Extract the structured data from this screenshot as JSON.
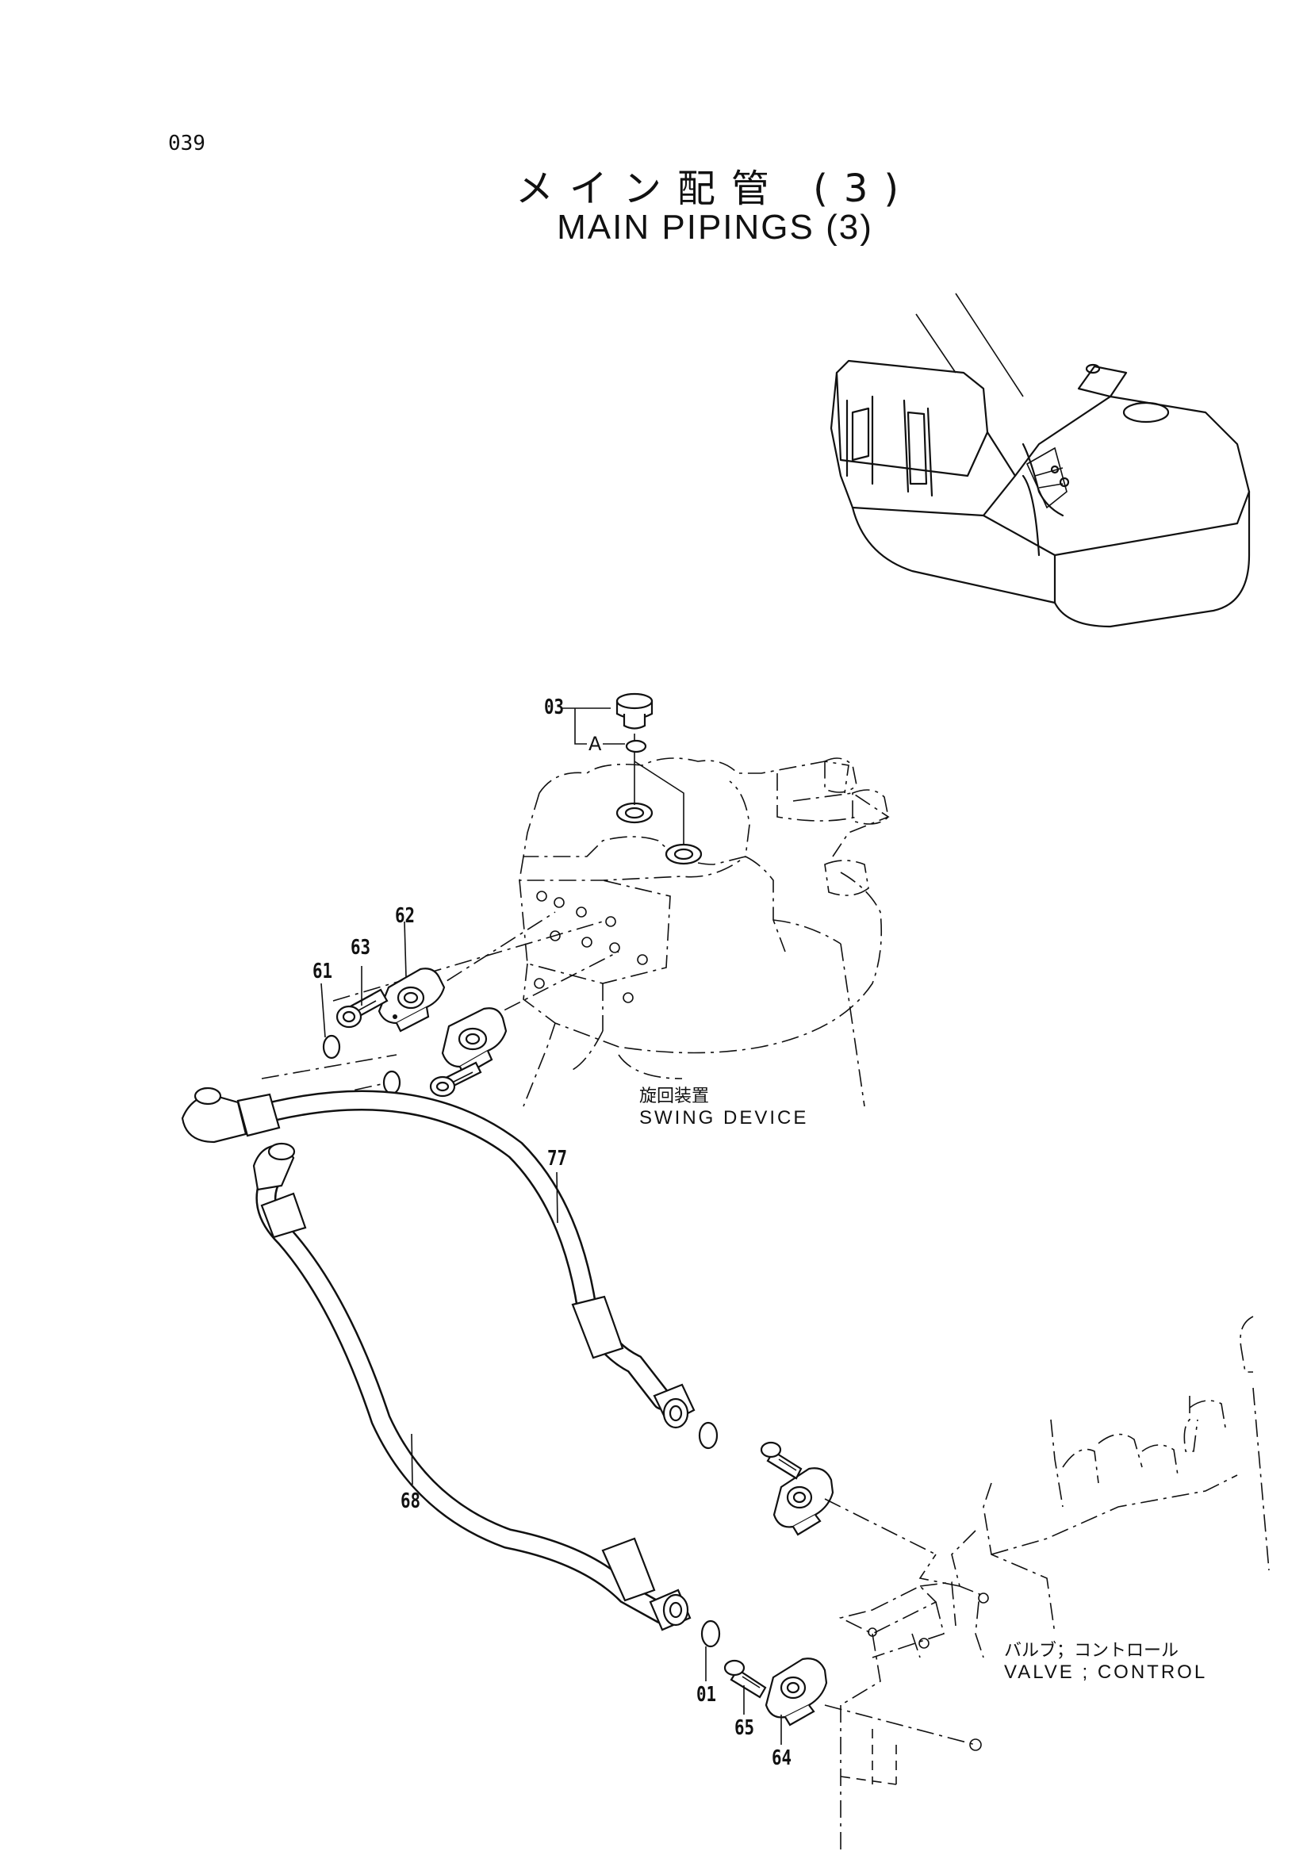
{
  "page_number": "039",
  "title": {
    "jp": "メイン配管 (3)",
    "en": "MAIN PIPINGS (3)"
  },
  "components": {
    "swing_device": {
      "jp": "旋回装置",
      "en": "SWING DEVICE"
    },
    "control_valve": {
      "jp": "バルブ；コントロール",
      "en": "VALVE ; CONTROL"
    }
  },
  "callouts": {
    "c03": "03",
    "cA": "A",
    "c62": "62",
    "c63": "63",
    "c61": "61",
    "c77": "77",
    "c68": "68",
    "c01": "01",
    "c65": "65",
    "c64": "64"
  }
}
